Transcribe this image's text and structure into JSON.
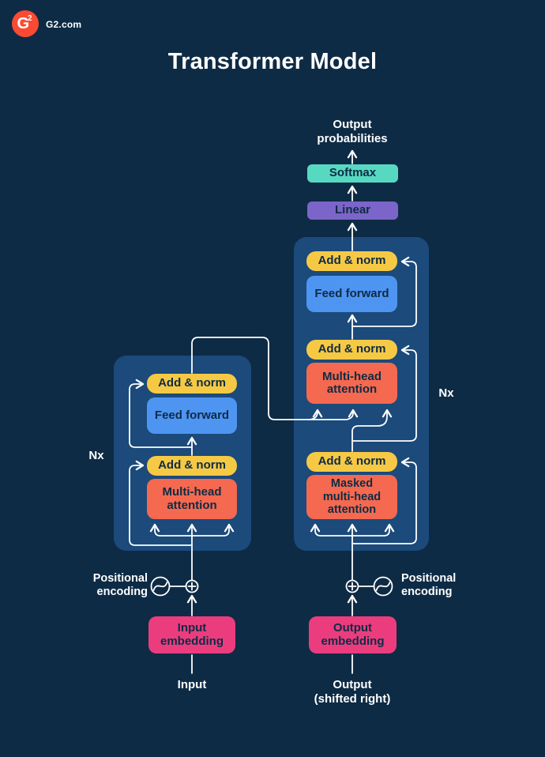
{
  "brand": {
    "logo_g": "G",
    "logo_2": "2",
    "site": "G2.com",
    "logo_color": "#FB4A33"
  },
  "title": "Transformer Model",
  "top_stack": {
    "output_probabilities": "Output\nprobabilities",
    "softmax": "Softmax",
    "linear": "Linear"
  },
  "blocks": {
    "add_norm": "Add & norm",
    "feed_forward": "Feed forward",
    "multi_head_attention": "Multi-head\nattention",
    "masked_multi_head_attention": "Masked\nmulti-head\nattention"
  },
  "side_labels": {
    "nx_left": "Nx",
    "nx_right": "Nx",
    "positional_encoding_left": "Positional\nencoding",
    "positional_encoding_right": "Positional\nencoding"
  },
  "bottom": {
    "input_embedding": "Input\nembedding",
    "output_embedding": "Output\nembedding",
    "input": "Input",
    "output_shifted": "Output\n(shifted right)"
  },
  "colors": {
    "background": "#0E2B45",
    "panel": "#1B4A7B",
    "add_norm": "#F6C945",
    "feed_forward": "#4E95F2",
    "attention": "#F4694F",
    "softmax": "#57D9C1",
    "linear": "#7B65C8",
    "embedding": "#EB3D7E",
    "wires": "#FFFFFF"
  }
}
